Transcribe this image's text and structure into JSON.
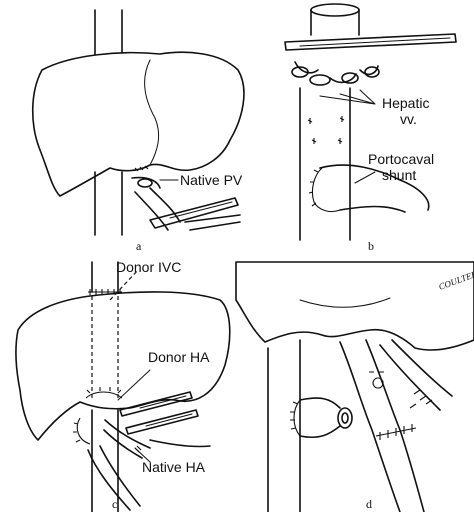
{
  "panels": [
    {
      "id": "a",
      "letter": "a",
      "labels": [
        "Native PV"
      ]
    },
    {
      "id": "b",
      "letter": "b",
      "labels": [
        "Hepatic",
        "vv.",
        "Portocaval",
        "shunt"
      ]
    },
    {
      "id": "c",
      "letter": "c",
      "labels": [
        "Donor IVC",
        "Donor HA",
        "Native HA"
      ]
    },
    {
      "id": "d",
      "letter": "d",
      "labels": []
    }
  ],
  "signature": "COULTER"
}
